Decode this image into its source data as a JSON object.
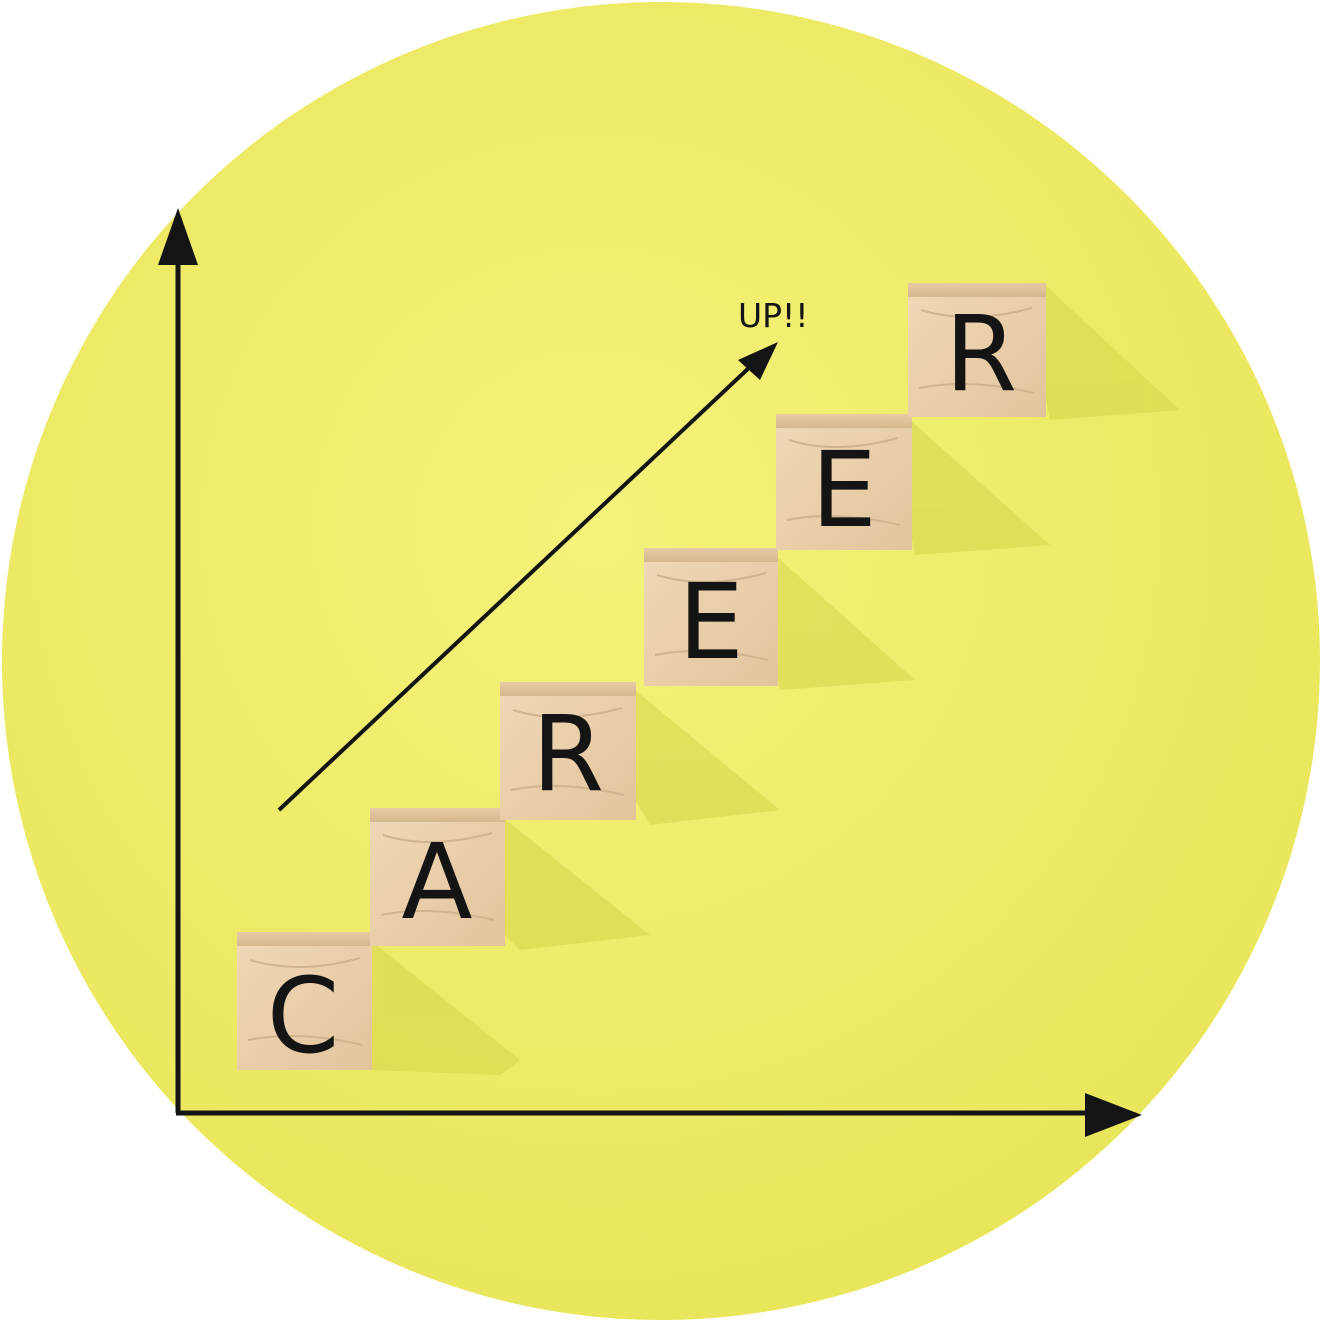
{
  "colors": {
    "background_circle": "#f2ef6a",
    "wood": "#ebd1ad",
    "wood_grain": "#cfb48e",
    "ink": "#141414"
  },
  "blocks": [
    {
      "letter": "C"
    },
    {
      "letter": "A"
    },
    {
      "letter": "R"
    },
    {
      "letter": "E"
    },
    {
      "letter": "E"
    },
    {
      "letter": "R"
    }
  ],
  "trend_label": "UP!!"
}
